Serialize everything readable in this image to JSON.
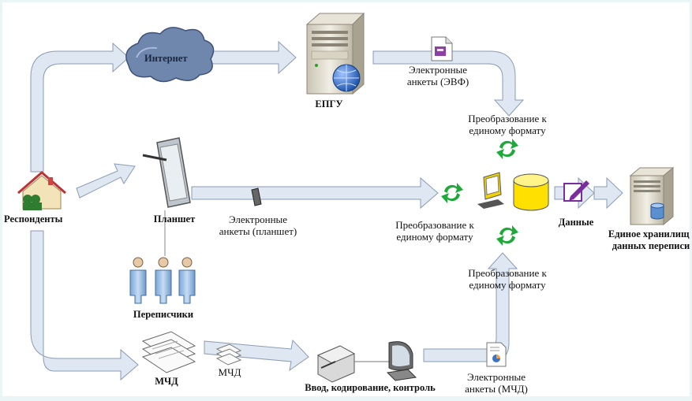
{
  "nodes": {
    "internet": "Интернет",
    "epgu": "ЕПГУ",
    "respondents": "Респонденты",
    "tablet": "Планшет",
    "enumerators": "Переписчики",
    "mchd": "МЧД",
    "input": "Ввод, кодирование, контроль",
    "data": "Данные",
    "storage_line1": "Единое хранилище",
    "storage_line2": "данных переписи"
  },
  "edges": {
    "evf_line1": "Электронные",
    "evf_line2": "анкеты (ЭВФ)",
    "tab_line1": "Электронные",
    "tab_line2": "анкеты (планшет)",
    "mchd_small": "МЧД",
    "mchd_e_line1": "Электронные",
    "mchd_e_line2": "анкеты (МЧД)"
  },
  "transforms": {
    "top_line1": "Преобразование к",
    "top_line2": "единому формату",
    "left_line1": "Преобразование к",
    "left_line2": "единому формату",
    "bottom_line1": "Преобразование к",
    "bottom_line2": "единому формату"
  },
  "colors": {
    "arrow_fill": "#dfe7f2",
    "arrow_stroke": "#8a9bb3",
    "cloud": "#6f86ad",
    "green": "#1eaa3a",
    "db_yellow": "#ffe000",
    "purple": "#7a2e9e"
  }
}
